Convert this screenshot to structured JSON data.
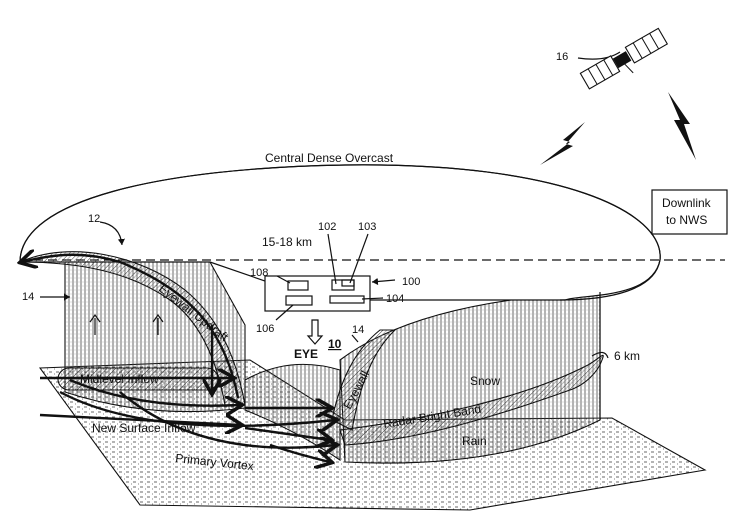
{
  "labels": {
    "central_dense_overcast": "Central Dense Overcast",
    "height_band": "15-18 km",
    "eyewall_updraft": "Eyewall Updraft",
    "midlevel_inflow": "Midlevel Inflow",
    "new_surface_inflow": "New Surface Inflow",
    "primary_vortex": "Primary Vortex",
    "eye": "EYE",
    "eye_ref": "10",
    "eyewall": "Eyewall",
    "snow": "Snow",
    "radar_bright_band": "Radar Bright Band",
    "rain": "Rain",
    "six_km": "6 km",
    "downlink_line1": "Downlink",
    "downlink_line2": "to NWS"
  },
  "refs": {
    "r12": "12",
    "r14_left": "14",
    "r14_right": "14",
    "r16": "16",
    "r100": "100",
    "r102": "102",
    "r103": "103",
    "r104": "104",
    "r106": "106",
    "r108": "108"
  }
}
